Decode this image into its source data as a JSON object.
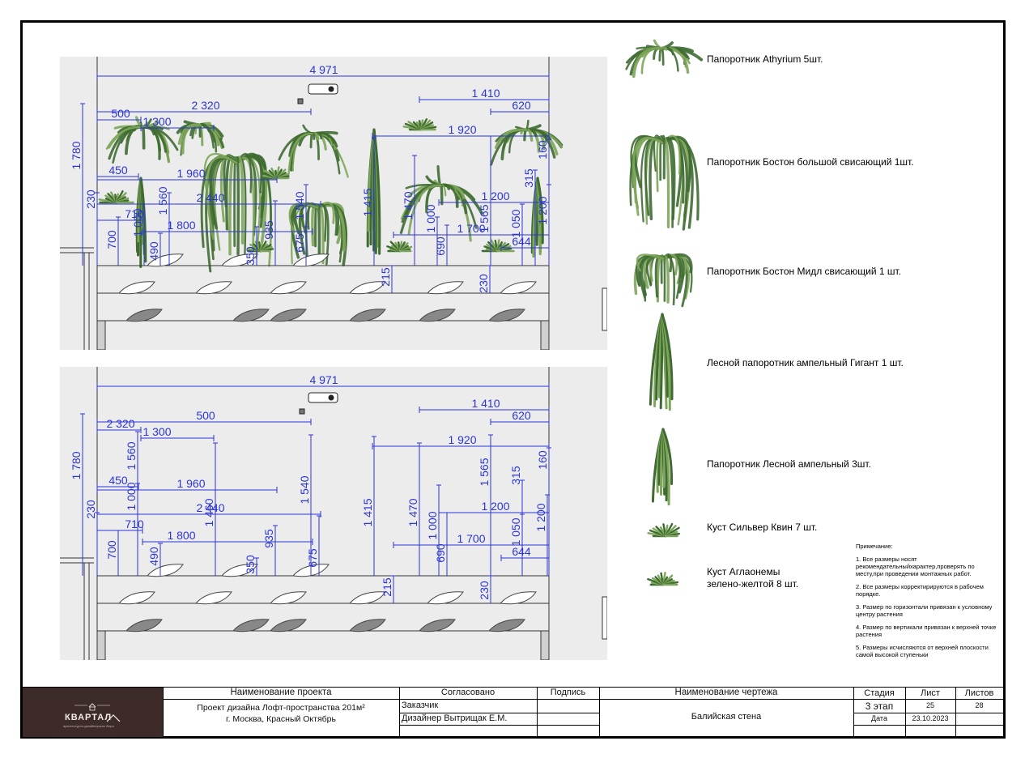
{
  "elevation_top": {
    "total_width": "4 971",
    "dims_h": [
      "1 410",
      "620",
      "2 320",
      "500",
      "1 300",
      "1 920",
      "450",
      "1 960",
      "2 440",
      "1 200",
      "710",
      "1 800",
      "1 700",
      "644"
    ],
    "dims_v": [
      "1 780",
      "230",
      "1 560",
      "1 000",
      "700",
      "490",
      "935",
      "350",
      "1 540",
      "675",
      "1 415",
      "1 470",
      "1 000",
      "690",
      "215",
      "1 565",
      "1 050",
      "315",
      "160",
      "1 200",
      "230"
    ]
  },
  "elevation_bottom": {
    "total_width": "4 971",
    "dims_h": [
      "1 410",
      "620",
      "500",
      "2 320",
      "1 300",
      "1 920",
      "450",
      "1 960",
      "2 440",
      "1 200",
      "710",
      "1 800",
      "1 700",
      "644"
    ],
    "dims_v": [
      "1 780",
      "230",
      "1 560",
      "1 000",
      "700",
      "490",
      "1 460",
      "935",
      "350",
      "1 540",
      "675",
      "1 415",
      "1 470",
      "1 000",
      "690",
      "215",
      "1 565",
      "315",
      "160",
      "1 050",
      "1 200",
      "230"
    ]
  },
  "legend": [
    {
      "label": "Папоротник Athyrium 5шт.",
      "icon": "fern-athyrium-icon"
    },
    {
      "label": "Папоротник Бостон большой свисающий 1шт.",
      "icon": "fern-boston-large-icon"
    },
    {
      "label": "Папоротник Бостон Мидл свисающий 1 шт.",
      "icon": "fern-boston-mid-icon"
    },
    {
      "label": "Лесной папоротник ампельный Гигант 1 шт.",
      "icon": "fern-forest-giant-icon"
    },
    {
      "label": "Папоротник Лесной ампельный 3шт.",
      "icon": "fern-forest-hanging-icon"
    },
    {
      "label": "Куст Сильвер Квин  7 шт.",
      "icon": "bush-silver-queen-icon"
    },
    {
      "label": "Куст Аглаонемы\nзелено-желтой  8 шт.",
      "icon": "bush-aglaonema-icon"
    }
  ],
  "notes": {
    "title": "Примечание:",
    "items": [
      "1. Все размеры носят рекомендательныйхарактер,проверять по месту,при проведении монтажных работ.",
      "2. Все размеры корректирируются в рабочем порядке.",
      "3. Размер по горизонтали привязан к условному центру растения",
      "4. Размер по вертикали привязан к верхней точке растения",
      "5. Размеры исчисляются от верхней плоскости самой высокой ступеньки"
    ]
  },
  "title_block": {
    "company_name": "КВАРТАЛ",
    "company_tagline": "архитектурно-дизайнерское бюро",
    "project_header": "Наименование проекта",
    "project_line1": "Проект дизайна Лофт-пространства 201м²",
    "project_line2": "г. Москва, Красный Октябрь",
    "approved_header": "Согласовано",
    "signature_header": "Подпись",
    "customer_label": "Заказчик",
    "designer_label": "Дизайнер  Вытрищак Е.М.",
    "drawing_header": "Наименование чертежа",
    "drawing_name": "Балийская стена",
    "stage_header": "Стадия",
    "sheet_header": "Лист",
    "sheets_header": "Листов",
    "stage_value": "3 этап",
    "sheet_value": "25",
    "sheets_value": "28",
    "date_label": "Дата",
    "date_value": "23.10.2023"
  },
  "colors": {
    "dimension": "#2b35d8",
    "panel_bg": "#ececec",
    "fern_dark": "#3f6b32",
    "fern_light": "#7ea65a",
    "logo_bg": "#3d2b29"
  }
}
